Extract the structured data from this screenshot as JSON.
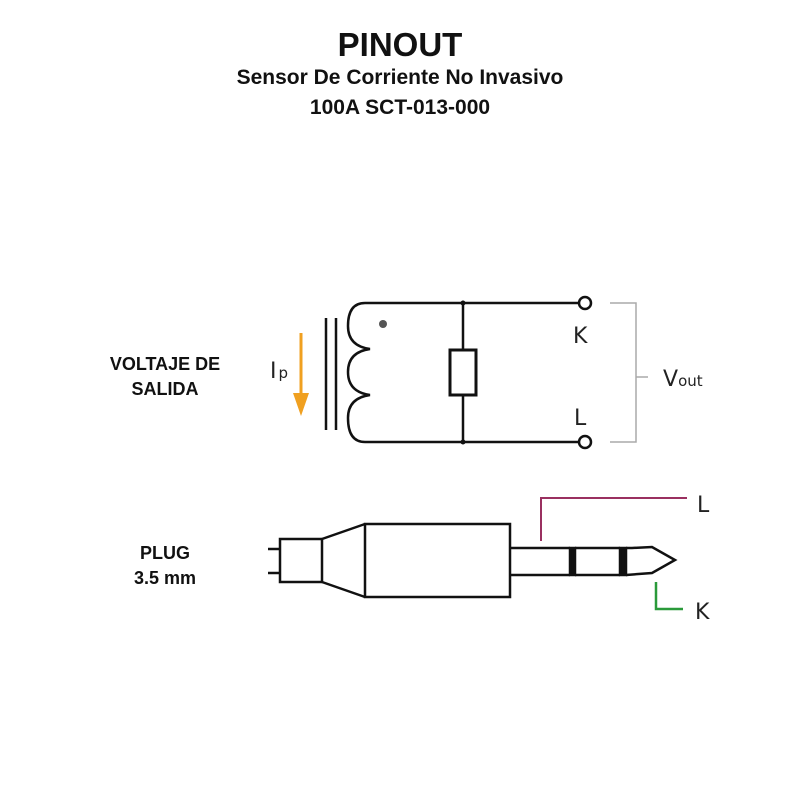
{
  "header": {
    "title": "PINOUT",
    "subtitle_line1": "Sensor De Corriente No Invasivo",
    "subtitle_line2": "100A SCT-013-000"
  },
  "labels": {
    "output_voltage": [
      "VOLTAJE DE",
      "SALIDA"
    ],
    "plug": [
      "PLUG",
      "3.5 mm"
    ]
  },
  "circuit": {
    "current_label": "I",
    "current_sub": "p",
    "terminal_k": "K",
    "terminal_l": "L",
    "vout_main": "V",
    "vout_sub": "out"
  },
  "plug_pins": {
    "l_label": "L",
    "k_label": "K"
  },
  "colors": {
    "arrow": "#f0a020",
    "l_line": "#9a3060",
    "k_line": "#2a9a3a"
  }
}
